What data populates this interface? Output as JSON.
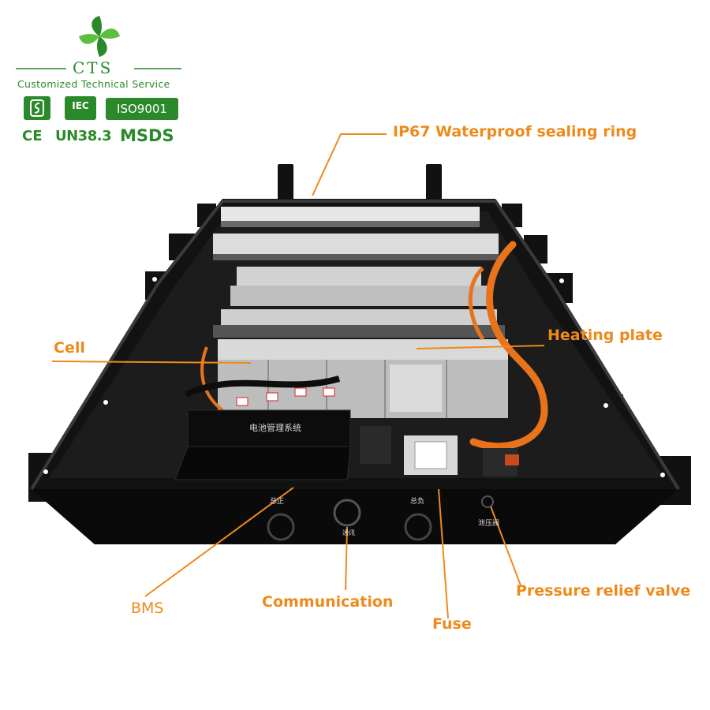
{
  "branding": {
    "logo_name": "CTS",
    "tagline": "Customized Technical Service",
    "badges": [
      "IEC",
      "ISO9001"
    ],
    "certs": [
      "CE",
      "UN38.3",
      "MSDS"
    ],
    "brand_color": "#2a8a2a"
  },
  "callouts": {
    "waterproof": "IP67 Waterproof sealing ring",
    "heating": "Heating plate",
    "cell": "Cell",
    "bms": "BMS",
    "communication": "Communication",
    "fuse": "Fuse",
    "pressure_valve": "Pressure relief valve",
    "color": "#ee8a1b"
  },
  "product_labels": {
    "bms_unit": "电池管理系统",
    "port_left": "总正",
    "port_center": "通讯",
    "port_right": "总负",
    "valve": "泄压阀"
  }
}
